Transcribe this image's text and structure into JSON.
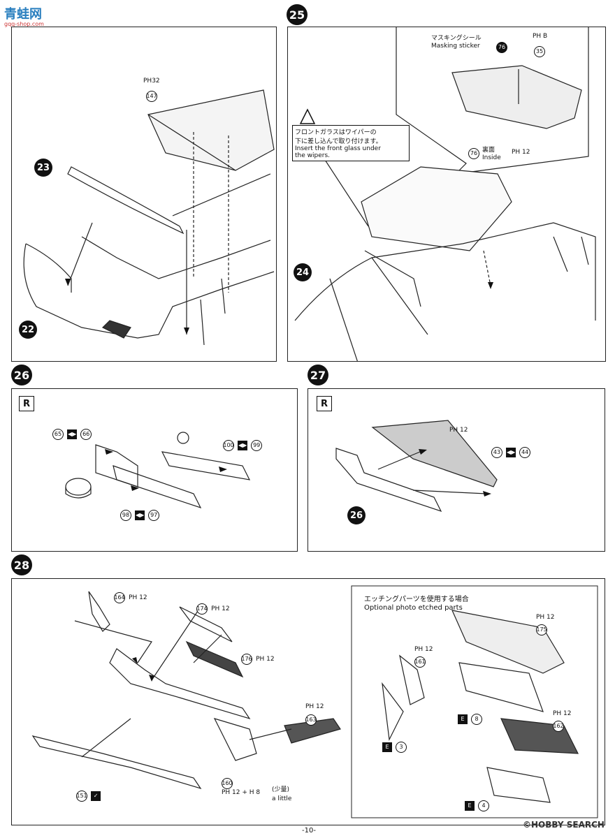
{
  "header": {
    "logo_text": "青蛙网",
    "logo_subtext": "gqq-shop.com"
  },
  "steps": {
    "s22": "22",
    "s23": "23",
    "s24": "24",
    "s25": "25",
    "s26": "26",
    "s26b": "26",
    "s27": "27",
    "s28": "28"
  },
  "panel_a": {
    "paint_code": "PH32",
    "part_147": "147"
  },
  "panel_25": {
    "masking_jp": "マスキングシール",
    "masking_en": "Masking sticker",
    "part_76": "76",
    "part_35": "35",
    "paint_35": "PH B",
    "part_76b": "76",
    "inside_jp": "裏面",
    "inside_en": "Inside",
    "paint_inside": "PH 12",
    "warn_jp1": "フロントガラスはワイパーの",
    "warn_jp2": "下に差し込んで取り付けます。",
    "warn_en1": "Insert the front glass under",
    "warn_en2": "the wipers."
  },
  "panel_26": {
    "r": "R",
    "p65": "65",
    "p66": "66",
    "p100": "100",
    "p99": "99",
    "p98": "98",
    "p97": "97"
  },
  "panel_27": {
    "r": "R",
    "paint": "PH 12",
    "p43": "43",
    "p44": "44"
  },
  "panel_28": {
    "p164": "164",
    "paint_164": "PH 12",
    "p174": "174",
    "paint_174": "PH 12",
    "p176": "176",
    "paint_176": "PH 12",
    "p163": "163",
    "paint_163": "PH 12",
    "p151": "151",
    "p160": "160",
    "paint_160": "PH 12 + H 8",
    "little_jp": "(少量)",
    "little_en": "a little",
    "opt_jp": "エッチングパーツを使用する場合",
    "opt_en": "Optional photo etched parts",
    "p175": "175",
    "paint_175": "PH 12",
    "p161": "161",
    "paint_161": "PH 12",
    "p162": "162",
    "paint_162": "PH 12",
    "e8": "8",
    "e3": "3",
    "e4": "4",
    "e_label": "E"
  },
  "footer": {
    "page": "-10-",
    "watermark": "©HOBBY SEARCH"
  }
}
